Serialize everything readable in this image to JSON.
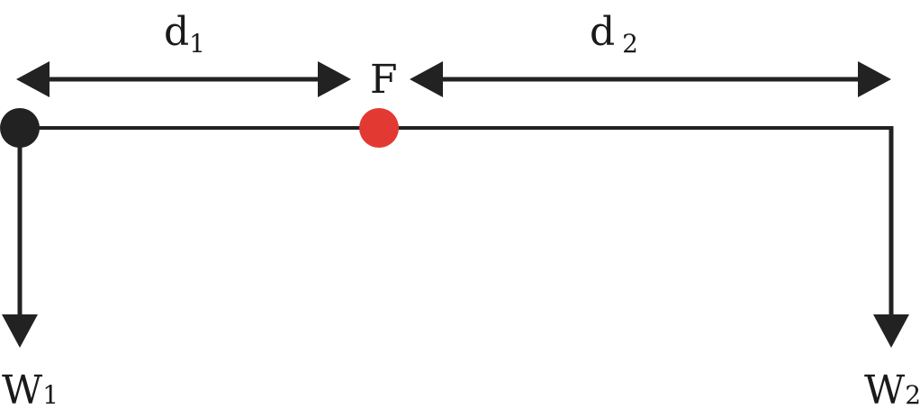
{
  "labels": {
    "d1": {
      "base": "d",
      "sub": "1"
    },
    "d2": {
      "base": "d",
      "sub": "2"
    },
    "fulcrum": "F",
    "w1": {
      "base": "W",
      "sub": "1"
    },
    "w2": {
      "base": "W",
      "sub": "2"
    }
  },
  "colors": {
    "line": "#222222",
    "end_pivot": "#222222",
    "fulcrum": "#e23a32"
  }
}
